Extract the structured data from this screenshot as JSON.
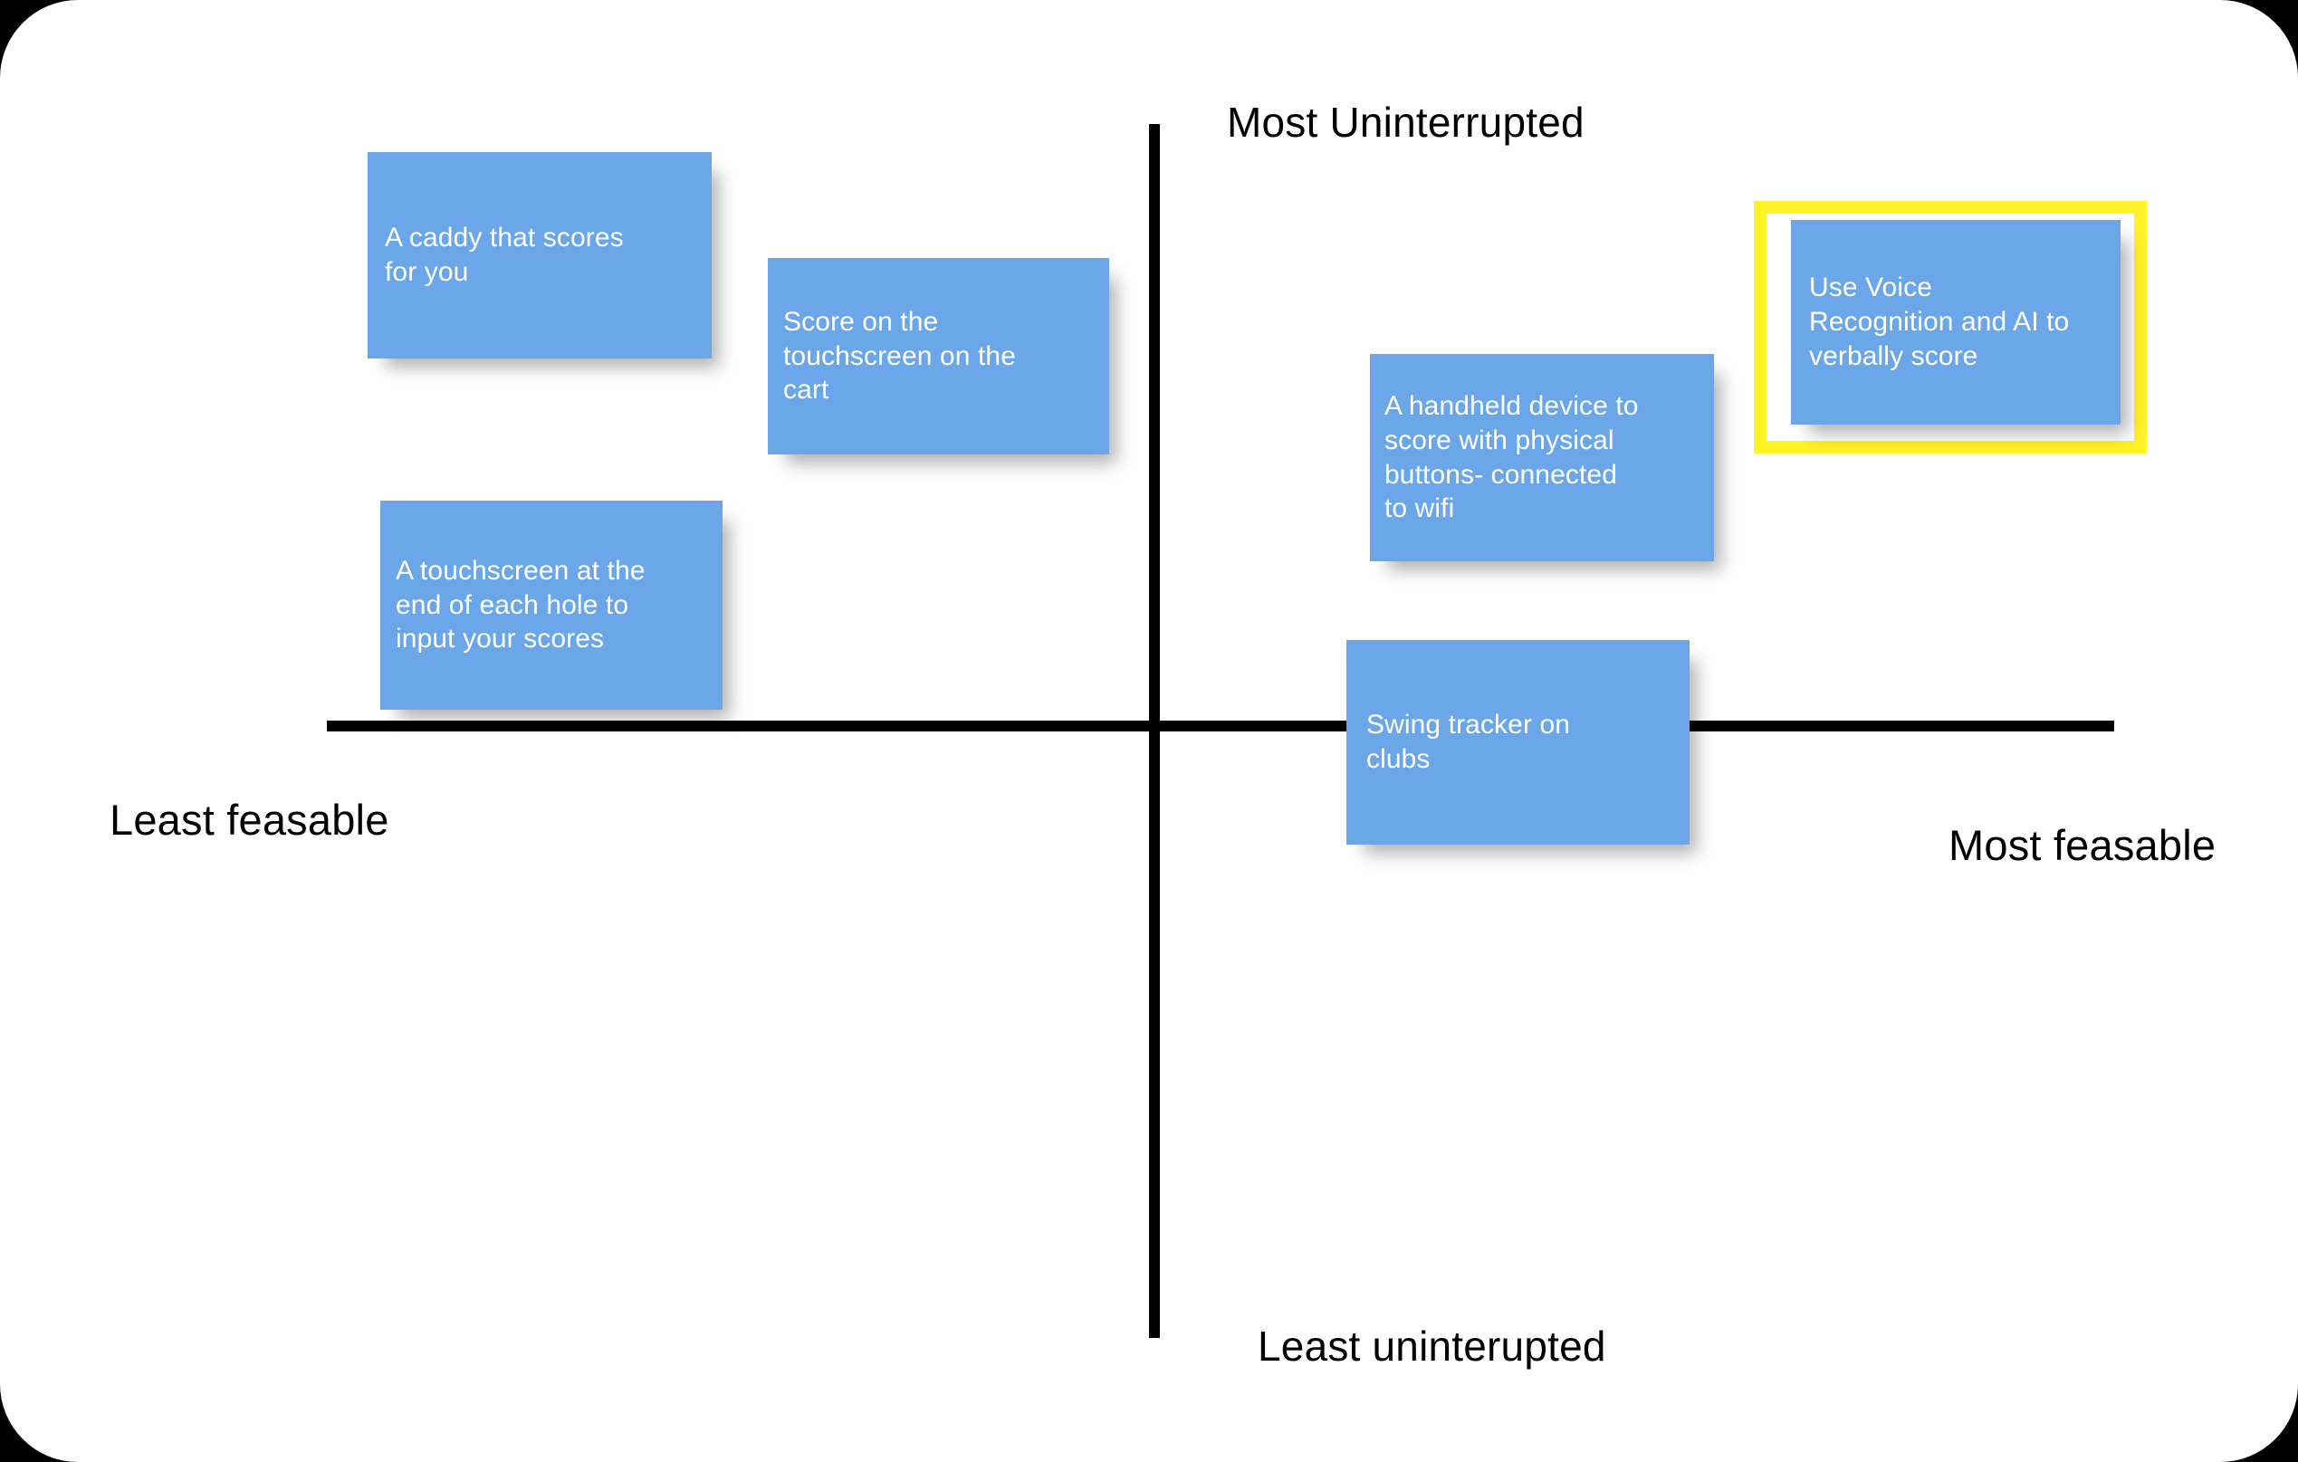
{
  "board": {
    "background_color": "#000000",
    "canvas_color": "#ffffff",
    "note_color": "#6ba7e8",
    "note_text_color": "#ffffff",
    "axis_color": "#000000",
    "highlight_color": "#fff227"
  },
  "axes": {
    "top_label": "Most Uninterrupted",
    "bottom_label": "Least uninterupted",
    "left_label": "Least feasable",
    "right_label": "Most feasable"
  },
  "notes": [
    {
      "id": "caddy",
      "text": "A caddy that scores\nfor you",
      "quadrant": "top-left",
      "highlighted": false
    },
    {
      "id": "cart",
      "text": "Score on the\ntouchscreen on the\ncart",
      "quadrant": "top-left",
      "highlighted": false
    },
    {
      "id": "touchscreen",
      "text": "A touchscreen at the\nend of each hole to\ninput your scores",
      "quadrant": "top-left",
      "highlighted": false
    },
    {
      "id": "handheld",
      "text": "A handheld device to\nscore with physical\nbuttons- connected\nto wifi",
      "quadrant": "top-right",
      "highlighted": false
    },
    {
      "id": "voice",
      "text": "Use Voice\nRecognition and AI to\nverbally score",
      "quadrant": "top-right",
      "highlighted": true
    },
    {
      "id": "swing",
      "text": "Swing tracker on\nclubs",
      "quadrant": "right-axis",
      "highlighted": false
    }
  ]
}
